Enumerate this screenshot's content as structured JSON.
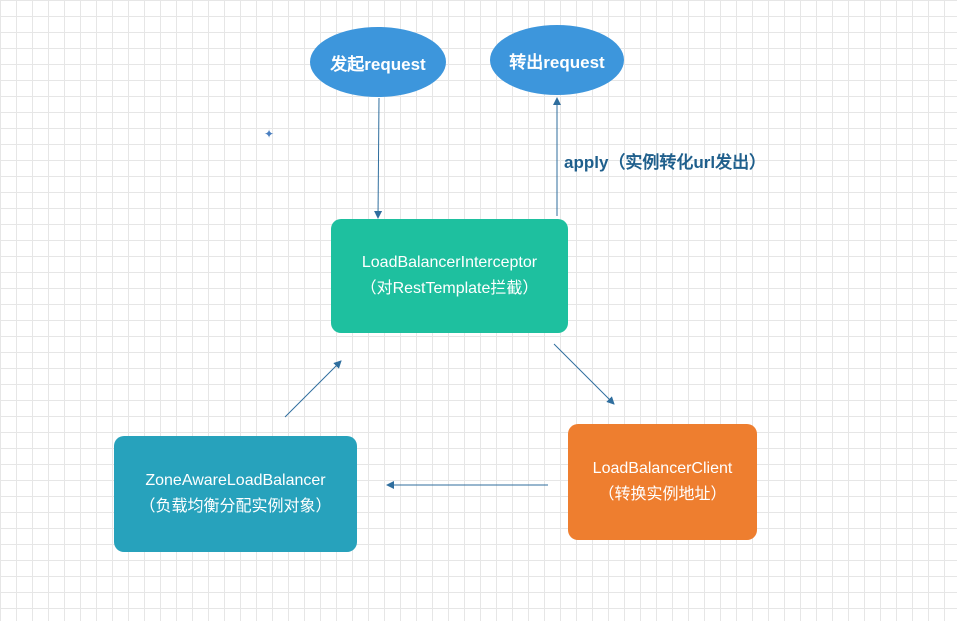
{
  "nodes": {
    "send_request": {
      "label": "发起request"
    },
    "forward_request": {
      "label": "转出request"
    },
    "interceptor": {
      "title": "LoadBalancerInterceptor",
      "subtitle": "（对RestTemplate拦截）"
    },
    "zone_balancer": {
      "title": "ZoneAwareLoadBalancer",
      "subtitle": "（负载均衡分配实例对象）"
    },
    "client": {
      "title": "LoadBalancerClient",
      "subtitle": "（转换实例地址）"
    }
  },
  "edges": {
    "apply_label": "apply（实例转化url发出）"
  },
  "colors": {
    "ellipse": "#3d96dc",
    "interceptor": "#1ec09f",
    "zone_balancer": "#27a2bc",
    "client": "#ee7e2f",
    "arrow": "#2f6e9e",
    "grid": "#e6e6e6"
  }
}
